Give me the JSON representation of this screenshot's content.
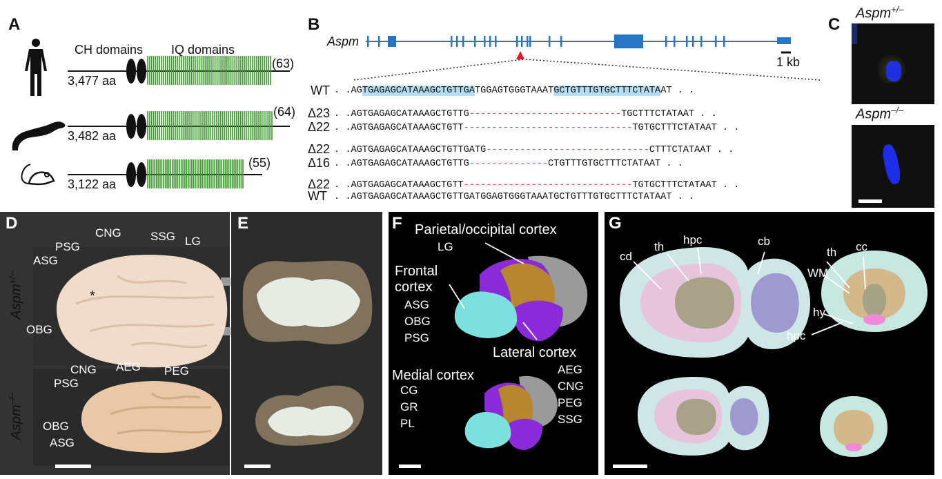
{
  "panels": {
    "A": "A",
    "B": "B",
    "C": "C",
    "D": "D",
    "E": "E",
    "F": "F",
    "G": "G"
  },
  "panelA": {
    "ch_domains": "CH domains",
    "iq_domains": "IQ domains",
    "proteins": [
      {
        "species_icon": "human-icon",
        "length": "3,477 aa",
        "iq_count": "(63)"
      },
      {
        "species_icon": "ferret-icon",
        "length": "3,482 aa",
        "iq_count": "(64)"
      },
      {
        "species_icon": "mouse-icon",
        "length": "3,122 aa",
        "iq_count": "(55)"
      }
    ],
    "iq_color": "#3a9a2a"
  },
  "panelB": {
    "gene": "Aspm",
    "scale": "1 kb",
    "gene_color": "#2676c4",
    "marker_color": "#e02020",
    "wt_label": "WT",
    "wt_prefix": "AG",
    "wt_hl1": "TGAGAGCATAAAGCTGTTGA",
    "wt_mid": "TGGAGTGGGTAAAT",
    "wt_hl2": "GCTGTTTGTGCTTTCTATA",
    "wt_suffix": "AT . .",
    "alleles": [
      {
        "label": "Δ23",
        "left": "AGTGAGAGCATAAAGCTGTTG",
        "dashes": "---------------------------",
        "right": "TGCTTTCTATAAT"
      },
      {
        "label": "Δ22",
        "left": "AGTGAGAGCATAAAGCTGTT",
        "dashes": "------------------------------",
        "right": "TGTGCTTTCTATAAT"
      },
      {
        "label": "Δ22",
        "left": "AGTGAGAGCATAAAGCTGTTGATG",
        "dashes": "-----------------------------",
        "right": "CTTTCTATAAT"
      },
      {
        "label": "Δ16",
        "left": "AGTGAGAGCATAAAGCTGTTG",
        "dashes": "--------------",
        "right": "CTGTTTGTGCTTTCTATAAT"
      },
      {
        "label": "Δ22",
        "left": "AGTGAGAGCATAAAGCTGTT",
        "dashes": "------------------------------",
        "right": "TGTGCTTTCTATAAT"
      },
      {
        "label": "WT",
        "left": "AGTGAGAGCATAAAGCTGTTGATGGAGTGGGTAAATGCTGTTTGTGCTTTCTATAAT",
        "dashes": "",
        "right": ""
      }
    ],
    "dots_lead": ". .",
    "dots_tail": ". ."
  },
  "panelC": {
    "het_prefix": "Aspm",
    "het_sup": "+/–",
    "ko_prefix": "Aspm",
    "ko_sup": "–/–"
  },
  "panelD": {
    "het_prefix": "Aspm",
    "het_sup": "+/–",
    "ko_prefix": "Aspm",
    "ko_sup": "–/–",
    "asterisk": "*",
    "top_labels": {
      "cng": "CNG",
      "ssg": "SSG",
      "psg": "PSG",
      "lg": "LG",
      "asg": "ASG",
      "obg": "OBG"
    },
    "bottom_labels": {
      "cng": "CNG",
      "aeg": "AEG",
      "peg": "PEG",
      "psg": "PSG",
      "obg": "OBG",
      "asg": "ASG"
    }
  },
  "panelF": {
    "parietal": "Parietal/occipital cortex",
    "parietal_sub": "LG",
    "frontal1": "Frontal",
    "frontal2": "cortex",
    "frontal_subs": [
      "ASG",
      "OBG",
      "PSG"
    ],
    "lateral": "Lateral cortex",
    "lateral_subs": [
      "AEG",
      "CNG",
      "PEG",
      "SSG"
    ],
    "medial": "Medial cortex",
    "medial_subs": [
      "CG",
      "GR",
      "PL"
    ],
    "colors": {
      "frontal": "#7de0dc",
      "parietal": "#b8862e",
      "lateral": "#8a2ad8",
      "medial": "#9a9a9a"
    }
  },
  "panelG": {
    "labels": {
      "cd": "cd",
      "th": "th",
      "hpc": "hpc",
      "cb": "cb",
      "th2": "th",
      "cc": "cc",
      "wm": "WM",
      "hy": "hy",
      "hpc2": "hpc"
    }
  }
}
